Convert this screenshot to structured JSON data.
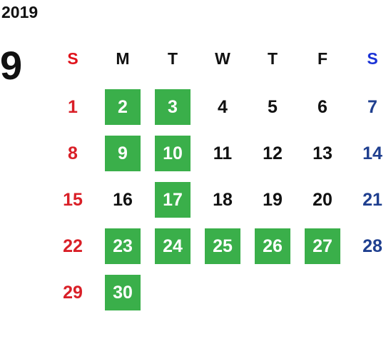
{
  "calendar": {
    "year": "2019",
    "month": "9",
    "weekdays": [
      "S",
      "M",
      "T",
      "W",
      "T",
      "F",
      "S"
    ],
    "first_weekday_index": 0,
    "highlight_color": "#3aaf4a",
    "sunday_color": "#d91f27",
    "saturday_color": "#1f3f8f",
    "days": [
      {
        "label": "1",
        "highlighted": false
      },
      {
        "label": "2",
        "highlighted": true
      },
      {
        "label": "3",
        "highlighted": true
      },
      {
        "label": "4",
        "highlighted": false
      },
      {
        "label": "5",
        "highlighted": false
      },
      {
        "label": "6",
        "highlighted": false
      },
      {
        "label": "7",
        "highlighted": false
      },
      {
        "label": "8",
        "highlighted": false
      },
      {
        "label": "9",
        "highlighted": true
      },
      {
        "label": "10",
        "highlighted": true
      },
      {
        "label": "11",
        "highlighted": false
      },
      {
        "label": "12",
        "highlighted": false
      },
      {
        "label": "13",
        "highlighted": false
      },
      {
        "label": "14",
        "highlighted": false
      },
      {
        "label": "15",
        "highlighted": false
      },
      {
        "label": "16",
        "highlighted": false
      },
      {
        "label": "17",
        "highlighted": true
      },
      {
        "label": "18",
        "highlighted": false
      },
      {
        "label": "19",
        "highlighted": false
      },
      {
        "label": "20",
        "highlighted": false
      },
      {
        "label": "21",
        "highlighted": false
      },
      {
        "label": "22",
        "highlighted": false
      },
      {
        "label": "23",
        "highlighted": true
      },
      {
        "label": "24",
        "highlighted": true
      },
      {
        "label": "25",
        "highlighted": true
      },
      {
        "label": "26",
        "highlighted": true
      },
      {
        "label": "27",
        "highlighted": true
      },
      {
        "label": "28",
        "highlighted": false
      },
      {
        "label": "29",
        "highlighted": false
      },
      {
        "label": "30",
        "highlighted": true
      }
    ]
  }
}
